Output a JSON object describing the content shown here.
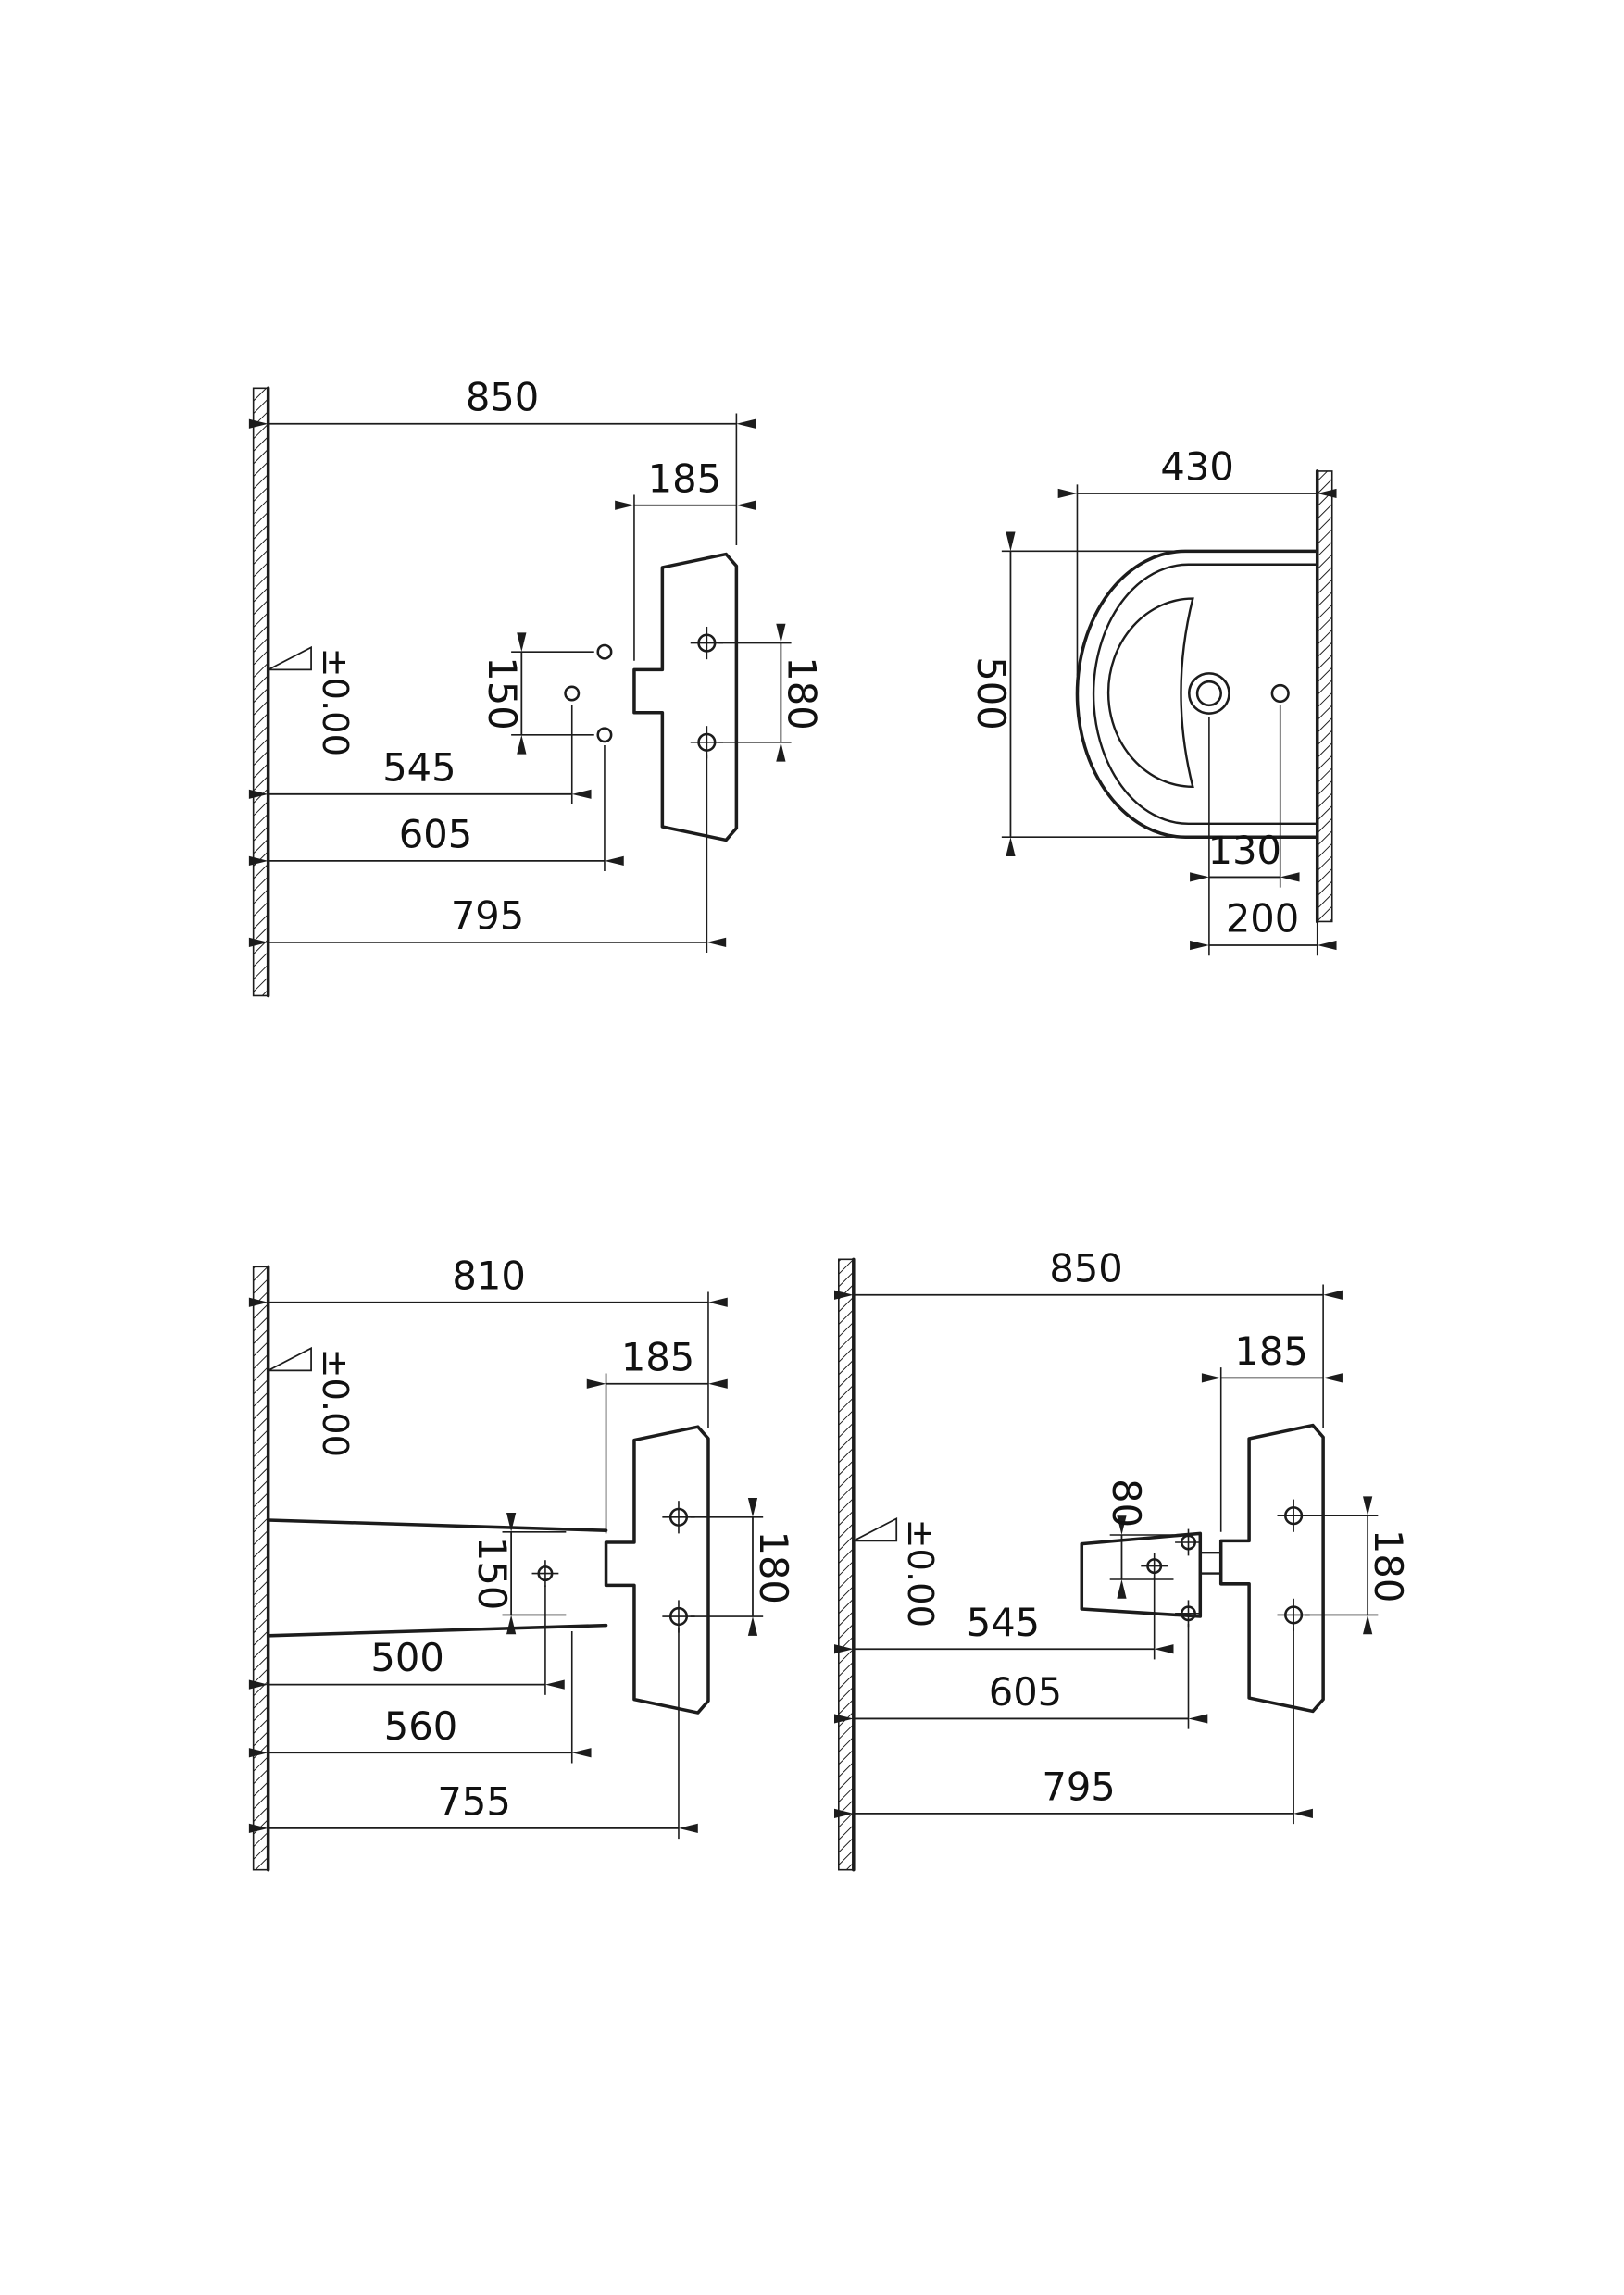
{
  "drawing": {
    "background": "#ffffff",
    "line_color": "#1c1c1c",
    "views": {
      "v1": {
        "datum": "±0.00",
        "dims": {
          "overall": "850",
          "rim_depth": "185",
          "span150": "150",
          "span180": "180",
          "h1": "545",
          "h2": "605",
          "h3": "795"
        }
      },
      "v2": {
        "dims": {
          "width": "430",
          "depth": "500",
          "off130": "130",
          "off200": "200"
        }
      },
      "v3": {
        "datum": "±0.00",
        "dims": {
          "overall": "810",
          "rim_depth": "185",
          "span150": "150",
          "span180": "180",
          "h1": "500",
          "h2": "560",
          "h3": "755"
        }
      },
      "v4": {
        "datum": "±0.00",
        "dims": {
          "overall": "850",
          "rim_depth": "185",
          "span80": "80",
          "span180": "180",
          "h1": "545",
          "h2": "605",
          "h3": "795"
        }
      }
    }
  }
}
